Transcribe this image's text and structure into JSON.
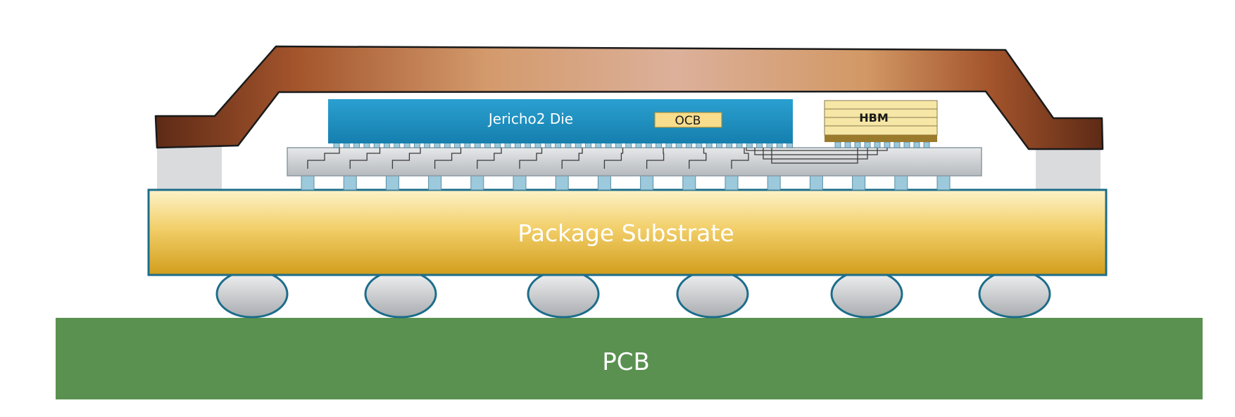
{
  "diagram": {
    "labels": {
      "die": "Jericho2 Die",
      "ocb": "OCB",
      "hbm": "HBM",
      "substrate": "Package Substrate",
      "pcb": "PCB"
    },
    "colors": {
      "pcb": "#5a9150",
      "substrate_light": "#fbeeb8",
      "substrate_dark": "#d9a520",
      "substrate_border": "#1c6d8a",
      "die": "#1b8fbf",
      "ocb_fill": "#f7dd8c",
      "hbm_fill": "#f6e7a6",
      "hbm_base": "#9a7a2c",
      "lid_dark": "#5e2a16",
      "lid_light": "#d9a582",
      "interposer": "#c9ccd0",
      "bump": "#9cc9dc",
      "ball_outline": "#1c6d8a"
    }
  }
}
